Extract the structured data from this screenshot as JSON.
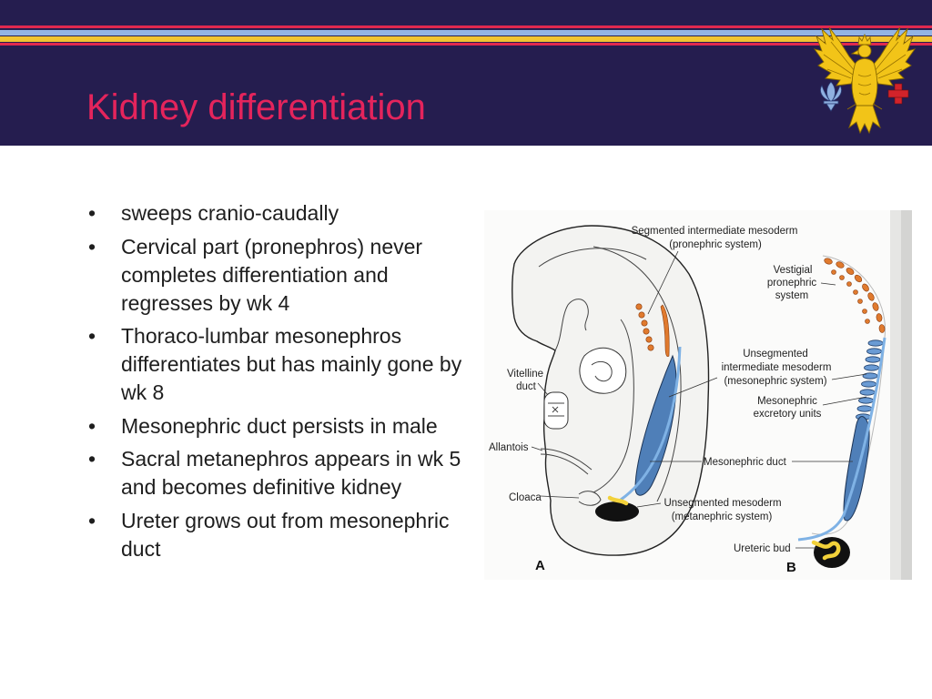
{
  "theme": {
    "colors": {
      "header_background": "#251d4f",
      "title_text": "#e4245c",
      "stripe_red": "#e0284f",
      "stripe_blue": "#93b4e3",
      "stripe_yellow": "#f1c431",
      "body_text": "#1e1e1e",
      "emblem_gold": "#f2c418",
      "fleur_blue": "#8fb0e0",
      "cross_red": "#d2232a",
      "pronephric_orange": "#e07a2e",
      "mesonephric_blue": "#4f7fb8",
      "metanephric_black": "#111111",
      "ureteric_yellow": "#f2d13a"
    }
  },
  "header": {
    "title": "Kidney differentiation",
    "emblem": {
      "icon": "eagle-crest-icon",
      "parts": [
        "fleur-de-lis-icon",
        "cross-icon"
      ]
    }
  },
  "content": {
    "bullet_symbol": "•",
    "bullets": [
      {
        "lines": [
          "sweeps cranio-caudally"
        ]
      },
      {
        "lines": [
          "Cervical part (pronephros) never",
          "completes differentiation and",
          "regresses by wk 4"
        ]
      },
      {
        "lines": [
          "Thoraco-lumbar mesonephros",
          "differentiates but has mainly gone by",
          "wk 8"
        ]
      },
      {
        "lines": [
          "Mesonephric duct persists in male"
        ]
      },
      {
        "lines": [
          "Sacral metanephros appears in wk 5",
          "and becomes definitive kidney"
        ]
      },
      {
        "lines": [
          "Ureter grows out from mesonephric",
          "duct"
        ]
      }
    ]
  },
  "figure": {
    "labels": {
      "segmented_intermediate_mesoderm": "Segmented intermediate mesoderm",
      "pronephric_system": "(pronephric system)",
      "vestigial": "Vestigial",
      "pronephric": "pronephric",
      "system": "system",
      "unsegmented": "Unsegmented",
      "intermediate_mesoderm": "intermediate mesoderm",
      "mesonephric_system": "(mesonephric system)",
      "vitelline": "Vitelline",
      "duct": "duct",
      "mesonephric": "Mesonephric",
      "excretory_units": "excretory units",
      "allantois": "Allantois",
      "mesonephric_duct": "Mesonephric duct",
      "cloaca": "Cloaca",
      "unsegmented_mesoderm": "Unsegmented mesoderm",
      "metanephric_system": "(metanephric system)",
      "ureteric_bud": "Ureteric bud",
      "panel_a": "A",
      "panel_b": "B"
    }
  }
}
